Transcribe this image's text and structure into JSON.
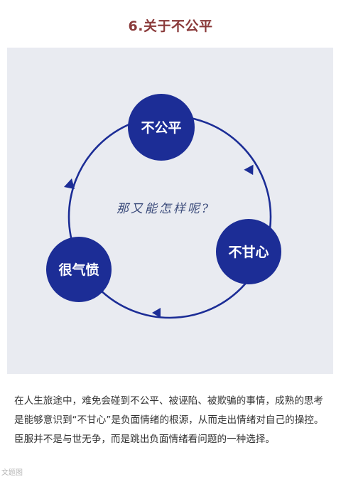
{
  "title": "6.关于不公平",
  "diagram": {
    "nodes": [
      {
        "label": "不公平"
      },
      {
        "label": "不甘心"
      },
      {
        "label": "很气愤"
      }
    ],
    "center_text": "那又能怎样呢?",
    "colors": {
      "node": "#1c2d96",
      "ring": "#1c2d96",
      "background": "#e9ebf1"
    }
  },
  "paragraph": "在人生旅途中，难免会碰到不公平、被诬陷、被欺骗的事情，成熟的思考是能够意识到“不甘心”是负面情绪的根源，从而走出情绪对自己的操控。臣服并不是与世无争，而是跳出负面情绪看问题的一种选择。",
  "watermark": "文题图"
}
